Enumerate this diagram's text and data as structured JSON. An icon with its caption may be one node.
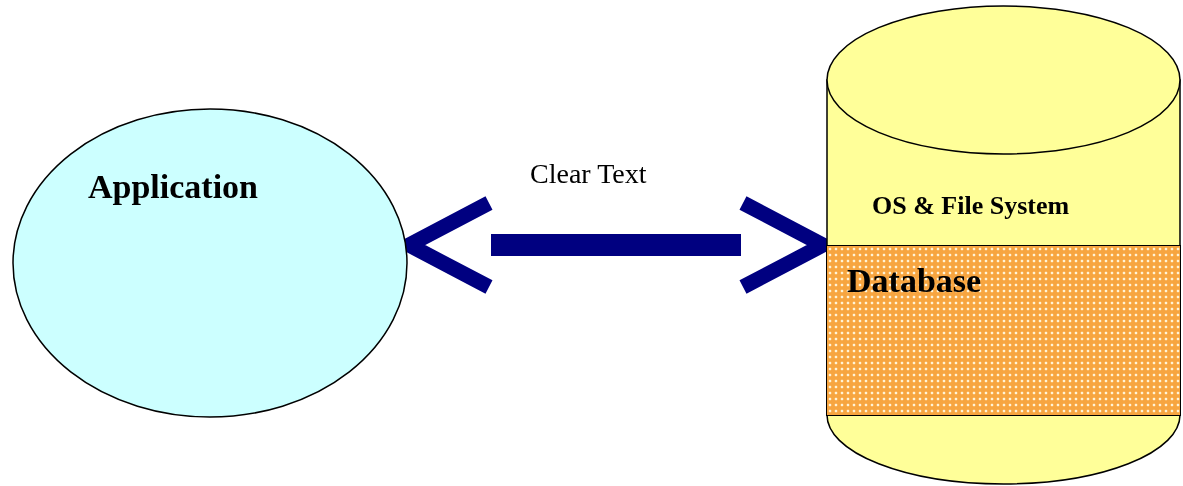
{
  "diagram": {
    "nodes": [
      {
        "text": [
          "Application"
        ]
      },
      {
        "text": [
          "OS & File System"
        ]
      },
      {
        "text": [
          "Database"
        ],
        "in": 1
      }
    ],
    "edges": [
      {
        "from": 0,
        "to": 1,
        "arrow": "both",
        "label": "Clear Text"
      }
    ]
  }
}
